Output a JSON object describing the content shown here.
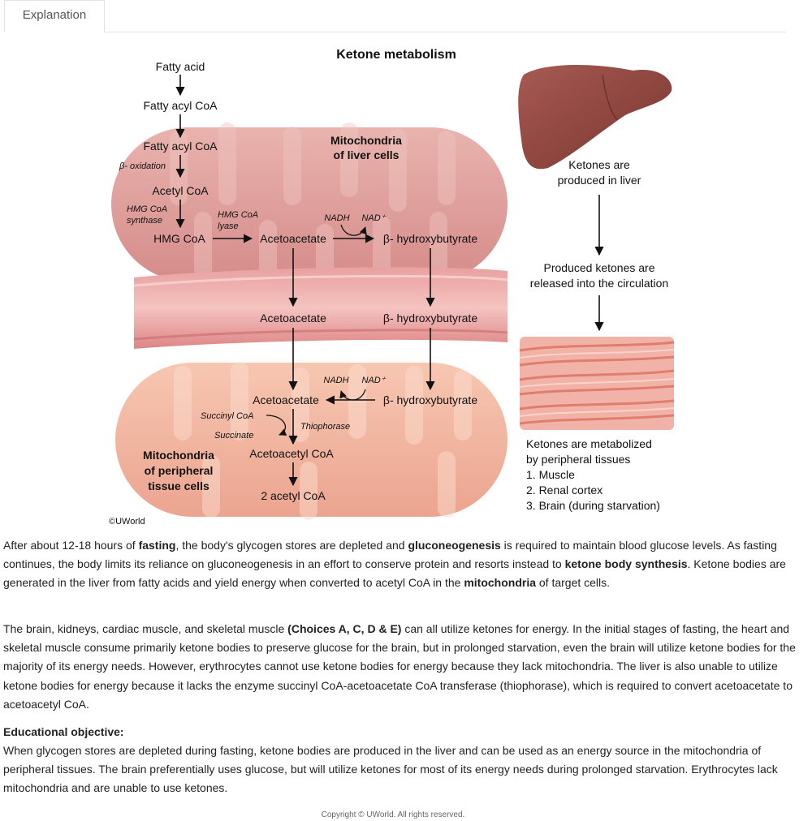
{
  "tab": {
    "label": "Explanation"
  },
  "figure": {
    "title": "Ketone metabolism",
    "credit": "©UWorld",
    "liver": {
      "fatty_acid": "Fatty acid",
      "fatty_acyl_coa_1": "Fatty acyl CoA",
      "fatty_acyl_coa_2": "Fatty acyl CoA",
      "beta_oxidation": "β- oxidation",
      "acetyl_coa": "Acetyl CoA",
      "hmg_synthase_1": "HMG CoA",
      "hmg_synthase_2": "synthase",
      "hmg_lyase_1": "HMG CoA",
      "hmg_lyase_2": "lyase",
      "hmg_coa": "HMG CoA",
      "acetoacetate": "Acetoacetate",
      "nadh": "NADH",
      "nad": "NAD⁺",
      "bhb": "β- hydroxybutyrate",
      "mito_label_1": "Mitochondria",
      "mito_label_2": "of liver cells"
    },
    "vessel": {
      "acetoacetate": "Acetoacetate",
      "bhb": "β- hydroxybutyrate"
    },
    "peripheral": {
      "nadh": "NADH",
      "nad": "NAD⁺",
      "acetoacetate": "Acetoacetate",
      "bhb": "β- hydroxybutyrate",
      "succinyl_coa": "Succinyl CoA",
      "succinate": "Succinate",
      "thiophorase": "Thiophorase",
      "acetoacetyl_coa": "Acetoacetyl CoA",
      "two_acetyl_coa": "2 acetyl CoA",
      "mito_label_1": "Mitochondria",
      "mito_label_2": "of peripheral",
      "mito_label_3": "tissue cells"
    },
    "side": {
      "liver_1": "Ketones are",
      "liver_2": "produced in liver",
      "released_1": "Produced ketones are",
      "released_2": "released into the circulation",
      "metab_1": "Ketones are metabolized",
      "metab_2": "by peripheral tissues",
      "metab_3": "1. Muscle",
      "metab_4": "2. Renal cortex",
      "metab_5": "3. Brain (during starvation)"
    }
  },
  "p1": {
    "a": "After about 12-18 hours of ",
    "b": "fasting",
    "c": ", the body's glycogen stores are depleted and ",
    "d": "gluconeogenesis",
    "e": " is required to maintain blood glucose levels. As fasting continues, the body limits its reliance on gluconeogenesis in an effort to conserve protein and resorts instead to ",
    "f": "ketone body synthesis",
    "g": ".  Ketone bodies are generated in the liver from fatty acids and yield energy when converted to acetyl CoA in the ",
    "h": "mitochondria",
    "i": " of target cells."
  },
  "p2": {
    "a": "The brain, kidneys, cardiac muscle, and skeletal muscle ",
    "b": "(Choices A, C, D & E)",
    "c": " can all utilize ketones for energy.  In the initial stages of fasting, the heart and skeletal muscle consume primarily ketone bodies to preserve glucose for the brain, but in prolonged starvation, even the brain will utilize ketone bodies for the majority of its energy needs.  However, erythrocytes cannot use ketone bodies for energy because they lack mitochondria.  The liver is also unable to utilize ketone bodies for energy because it lacks the enzyme succinyl CoA-acetoacetate CoA transferase (thiophorase), which is required to convert acetoacetate to acetoacetyl CoA."
  },
  "objective": {
    "heading": "Educational objective:",
    "text": "When glycogen stores are depleted during fasting, ketone bodies are produced in the liver and can be used as an energy source in the mitochondria of peripheral tissues.  The brain preferentially uses glucose, but will utilize ketones for most of its energy needs during prolonged starvation.  Erythrocytes lack mitochondria and are unable to use ketones."
  },
  "footer": {
    "copyright": "Copyright © UWorld. All rights reserved."
  }
}
